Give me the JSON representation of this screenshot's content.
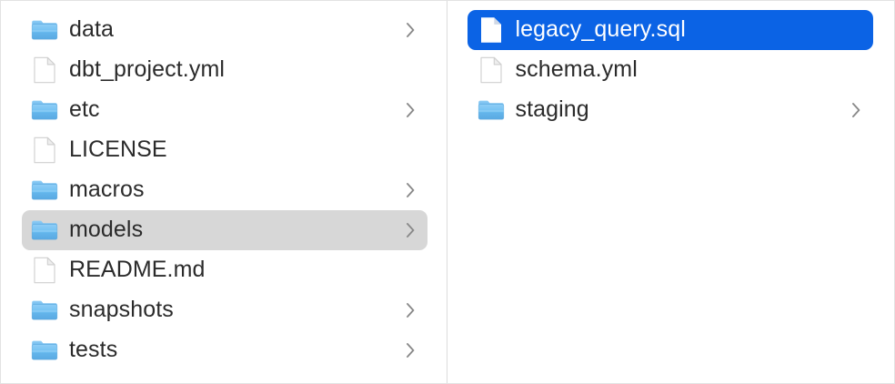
{
  "window": {
    "title": "Finder Column View",
    "view_mode": "column"
  },
  "theme": {
    "background": "#ffffff",
    "border": "#e3e3e3",
    "divider": "#dcdcdc",
    "selection_active": "#0b63e5",
    "selection_inactive": "#d7d7d7",
    "text": "#2b2b2b",
    "text_selected": "#ffffff",
    "folder_blue": "#62b9f0",
    "chevron_gray": "#8a8a8a"
  },
  "columns": [
    {
      "name": "project-root-column",
      "items": [
        {
          "label": "data",
          "kind": "folder",
          "icon": "folder-icon",
          "has_chevron": true,
          "selected": false,
          "selection_style": "none"
        },
        {
          "label": "dbt_project.yml",
          "kind": "file",
          "icon": "document-icon",
          "has_chevron": false,
          "selected": false,
          "selection_style": "none"
        },
        {
          "label": "etc",
          "kind": "folder",
          "icon": "folder-icon",
          "has_chevron": true,
          "selected": false,
          "selection_style": "none"
        },
        {
          "label": "LICENSE",
          "kind": "file",
          "icon": "document-icon",
          "has_chevron": false,
          "selected": false,
          "selection_style": "none"
        },
        {
          "label": "macros",
          "kind": "folder",
          "icon": "folder-icon",
          "has_chevron": true,
          "selected": false,
          "selection_style": "none"
        },
        {
          "label": "models",
          "kind": "folder",
          "icon": "folder-icon",
          "has_chevron": true,
          "selected": true,
          "selection_style": "gray"
        },
        {
          "label": "README.md",
          "kind": "file",
          "icon": "document-icon",
          "has_chevron": false,
          "selected": false,
          "selection_style": "none"
        },
        {
          "label": "snapshots",
          "kind": "folder",
          "icon": "folder-icon",
          "has_chevron": true,
          "selected": false,
          "selection_style": "none"
        },
        {
          "label": "tests",
          "kind": "folder",
          "icon": "folder-icon",
          "has_chevron": true,
          "selected": false,
          "selection_style": "none"
        }
      ]
    },
    {
      "name": "models-column",
      "items": [
        {
          "label": "legacy_query.sql",
          "kind": "file",
          "icon": "document-icon",
          "has_chevron": false,
          "selected": true,
          "selection_style": "blue"
        },
        {
          "label": "schema.yml",
          "kind": "file",
          "icon": "document-icon",
          "has_chevron": false,
          "selected": false,
          "selection_style": "none"
        },
        {
          "label": "staging",
          "kind": "folder",
          "icon": "folder-icon",
          "has_chevron": true,
          "selected": false,
          "selection_style": "none"
        }
      ]
    }
  ]
}
